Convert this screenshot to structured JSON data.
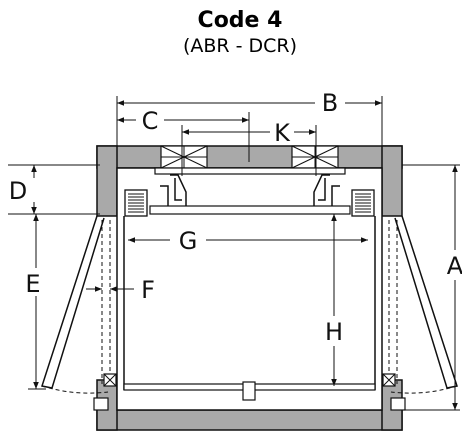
{
  "header": {
    "title": "Code 4",
    "subtitle": "(ABR - DCR)"
  },
  "dimensions": {
    "A": "A",
    "B": "B",
    "C": "C",
    "D": "D",
    "E": "E",
    "F": "F",
    "G": "G",
    "H": "H",
    "K": "K"
  },
  "colors": {
    "wall_fill": "#a9a9a9",
    "line": "#111111"
  }
}
